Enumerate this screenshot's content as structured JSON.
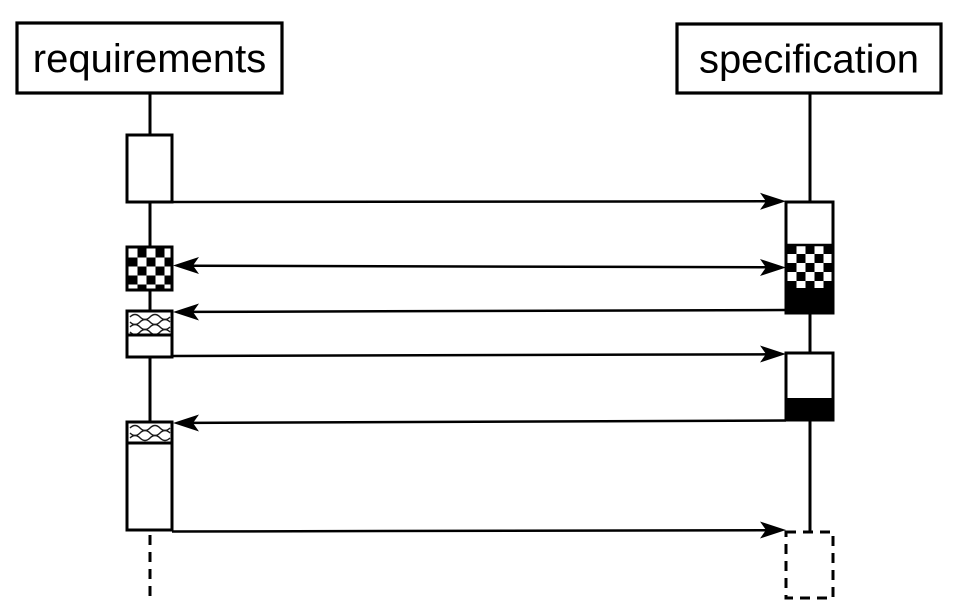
{
  "diagram": {
    "type": "uml-sequence-diagram",
    "colors": {
      "stroke": "#000000",
      "background": "#ffffff",
      "solid_fill": "#000000"
    },
    "lifelines": [
      {
        "id": "requirements",
        "label": "requirements"
      },
      {
        "id": "specification",
        "label": "specification"
      }
    ],
    "activations": {
      "requirements": [
        {
          "order": 1,
          "pattern": "plain"
        },
        {
          "order": 2,
          "pattern": "checkerboard"
        },
        {
          "order": 3,
          "pattern": "wavy-top-plain-bottom"
        },
        {
          "order": 4,
          "pattern": "wavy-top-plain-bottom-tall"
        }
      ],
      "specification": [
        {
          "order": 1,
          "pattern": "plain-checkerboard-solidblack"
        },
        {
          "order": 2,
          "pattern": "plain-solidblack"
        },
        {
          "order": 3,
          "pattern": "dashed-outline"
        }
      ]
    },
    "messages": [
      {
        "n": 1,
        "from": "requirements",
        "to": "specification",
        "heads": "right"
      },
      {
        "n": 2,
        "from": "requirements",
        "to": "specification",
        "heads": "both"
      },
      {
        "n": 3,
        "from": "specification",
        "to": "requirements",
        "heads": "left"
      },
      {
        "n": 4,
        "from": "requirements",
        "to": "specification",
        "heads": "right"
      },
      {
        "n": 5,
        "from": "specification",
        "to": "requirements",
        "heads": "left"
      },
      {
        "n": 6,
        "from": "requirements",
        "to": "specification",
        "heads": "right"
      }
    ]
  }
}
